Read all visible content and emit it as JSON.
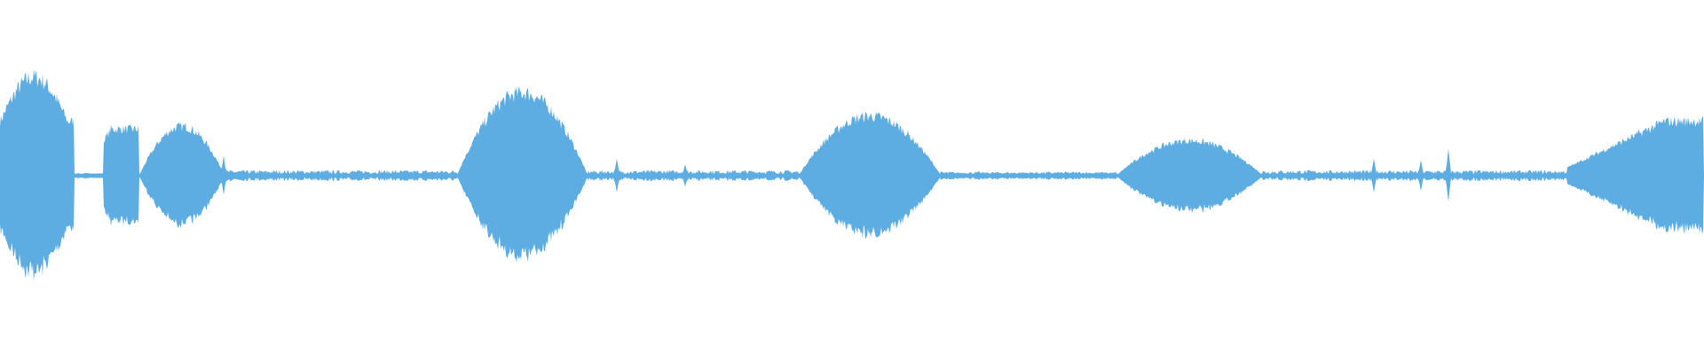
{
  "waveform": {
    "color": "#5dade2",
    "background": "#ffffff",
    "style": "mirrored-amplitude-envelope",
    "segments": [
      {
        "kind": "burst",
        "start": 0.0,
        "end": 0.044,
        "peak": 0.76,
        "shape": "swell-cut"
      },
      {
        "kind": "noise",
        "start": 0.044,
        "end": 0.061,
        "peak": 0.02
      },
      {
        "kind": "burst",
        "start": 0.061,
        "end": 0.082,
        "peak": 0.36,
        "shape": "plateau"
      },
      {
        "kind": "burst",
        "start": 0.082,
        "end": 0.132,
        "peak": 0.38,
        "shape": "dome"
      },
      {
        "kind": "noise",
        "start": 0.132,
        "end": 0.268,
        "peak": 0.04
      },
      {
        "kind": "burst",
        "start": 0.268,
        "end": 0.345,
        "peak": 0.64,
        "shape": "dome"
      },
      {
        "kind": "noise",
        "start": 0.345,
        "end": 0.469,
        "peak": 0.04
      },
      {
        "kind": "burst",
        "start": 0.469,
        "end": 0.552,
        "peak": 0.46,
        "shape": "dome"
      },
      {
        "kind": "noise",
        "start": 0.552,
        "end": 0.655,
        "peak": 0.03
      },
      {
        "kind": "burst",
        "start": 0.655,
        "end": 0.741,
        "peak": 0.27,
        "shape": "dome"
      },
      {
        "kind": "noise",
        "start": 0.741,
        "end": 0.92,
        "peak": 0.04
      },
      {
        "kind": "burst",
        "start": 0.92,
        "end": 1.0,
        "peak": 0.42,
        "shape": "ramp-up"
      }
    ],
    "spikes": [
      {
        "pos": 0.131,
        "peak": 0.14
      },
      {
        "pos": 0.362,
        "peak": 0.12
      },
      {
        "pos": 0.402,
        "peak": 0.08
      },
      {
        "pos": 0.806,
        "peak": 0.12
      },
      {
        "pos": 0.834,
        "peak": 0.11
      },
      {
        "pos": 0.85,
        "peak": 0.19
      }
    ]
  }
}
